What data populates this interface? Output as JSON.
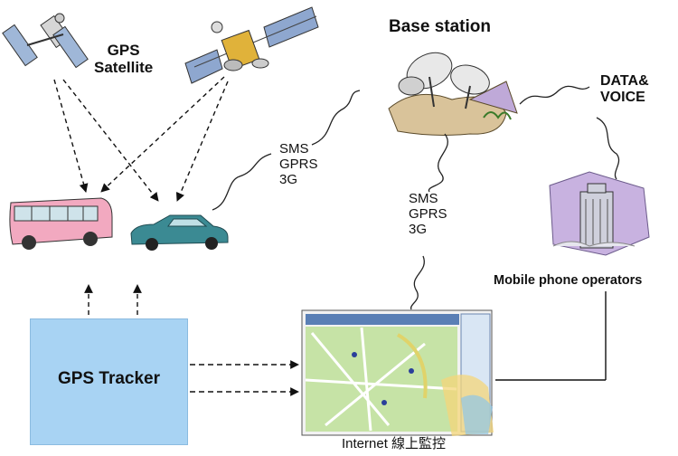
{
  "labels": {
    "gps_satellite": [
      "GPS",
      "Satellite"
    ],
    "base_station": "Base station",
    "data_voice": [
      "DATA&",
      "VOICE"
    ],
    "link_left": [
      "SMS",
      "GPRS",
      "3G"
    ],
    "link_right": [
      "SMS",
      "GPRS",
      "3G"
    ],
    "operators": "Mobile phone operators",
    "tracker": "GPS Tracker",
    "internet": "Internet 線上監控"
  },
  "colors": {
    "tracker_fill": "#a8d3f3",
    "bus_body": "#f2a9c0",
    "car_body": "#3b8a93",
    "map_green": "#c6e3a6",
    "building": "#c8c8d4",
    "purple_accent": "#c8b2e0"
  },
  "icons": [
    "satellite-icon",
    "satellite-icon",
    "dish-antenna-icon",
    "building-icon",
    "bus-icon",
    "car-icon",
    "monitor-map-icon"
  ]
}
